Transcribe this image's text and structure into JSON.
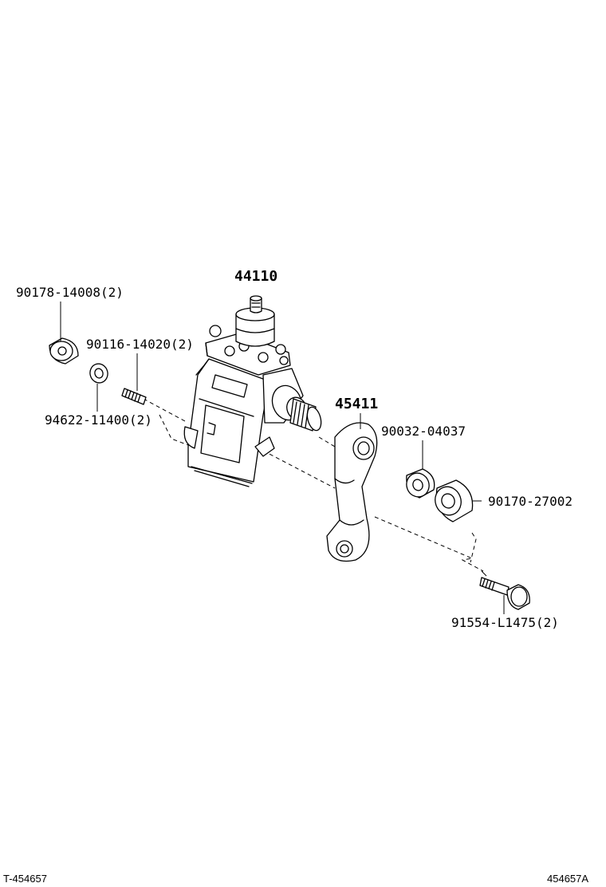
{
  "parts": {
    "gear_housing": "44110",
    "grommet": "90178-14008(2)",
    "stud": "90116-14020(2)",
    "washer": "94622-11400(2)",
    "pitman_arm": "45411",
    "lock_washer": "90032-04037",
    "nut": "90170-27002",
    "bolt": "91554-L1475(2)"
  },
  "footer": {
    "left_code": "T-454657",
    "right_code": "454657A"
  }
}
